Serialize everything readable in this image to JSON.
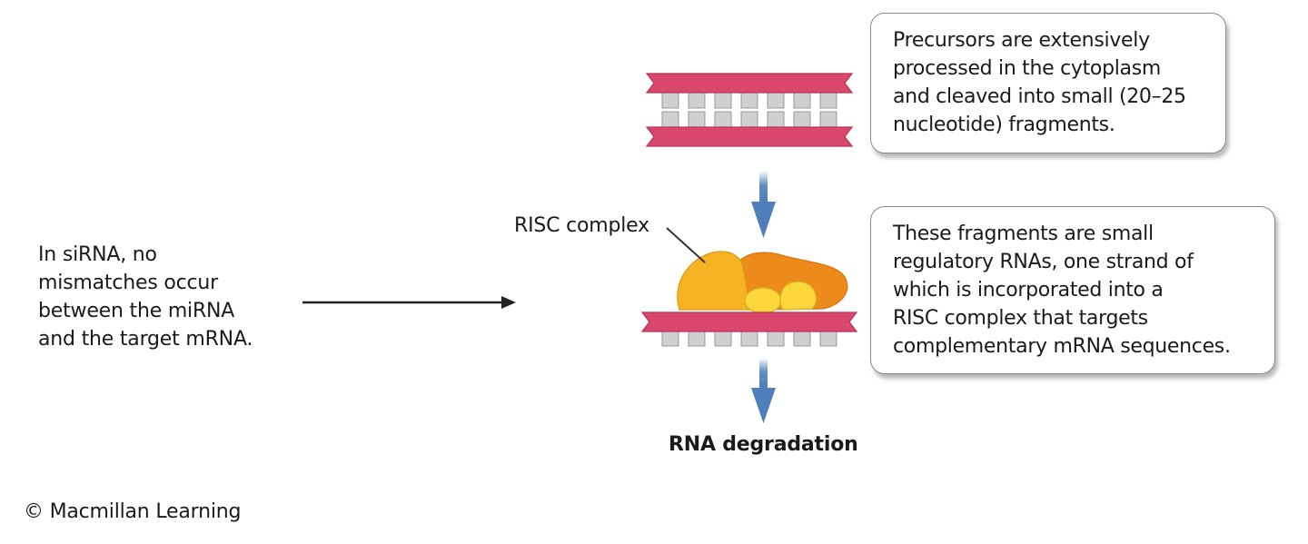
{
  "left_note": {
    "lines": [
      "In siRNA, no",
      "mismatches occur",
      "between the miRNA",
      "and the target mRNA."
    ]
  },
  "callout_top": {
    "lines": [
      "Precursors are extensively",
      "processed in the cytoplasm",
      "and cleaved into small (20–25",
      "nucleotide) fragments."
    ]
  },
  "callout_middle": {
    "lines": [
      "These fragments are small",
      "regulatory RNAs, one strand of",
      "which is incorporated into a",
      "RISC complex that targets",
      "complementary mRNA sequences."
    ]
  },
  "labels": {
    "risc": "RISC complex",
    "degradation": "RNA degradation"
  },
  "credit": "© Macmillan Learning",
  "colors": {
    "strand": "#d9476c",
    "strand_edge": "#b73455",
    "base": "#cfcfcf",
    "base_edge": "#9a9a9a",
    "risc_main": "#f5b324",
    "risc_back": "#ec8a1a",
    "risc_small": "#fbd73c",
    "arrow": "#4e7fba"
  }
}
